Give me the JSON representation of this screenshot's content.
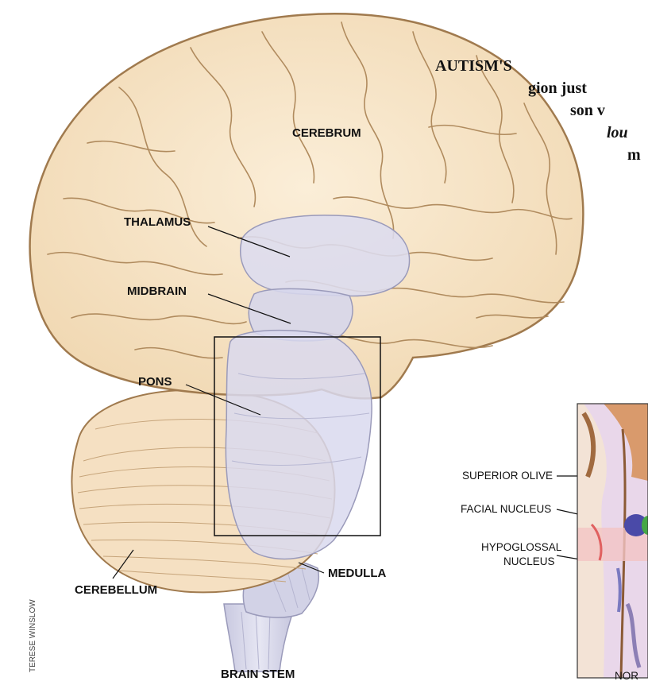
{
  "labels": {
    "cerebrum": "CEREBRUM",
    "thalamus": "THALAMUS",
    "midbrain": "MIDBRAIN",
    "pons": "PONS",
    "cerebellum": "CEREBELLUM",
    "medulla": "MEDULLA",
    "brain_stem": "BRAIN STEM"
  },
  "inset_labels": {
    "superior_olive": "SUPERIOR OLIVE",
    "facial_nucleus": "FACIAL NUCLEUS",
    "hypoglossal_line1": "HYPOGLOSSAL",
    "hypoglossal_line2": "NUCLEUS",
    "bottom_cut": "NOR"
  },
  "caption_fragments": {
    "line1": "AUTISM'S",
    "line2": "gion just",
    "line3": "son v",
    "line4": "lou",
    "line5": "m"
  },
  "credit": "TERESE WINSLOW",
  "colors": {
    "brain_fill": "#f8e7cc",
    "brain_stroke": "#a07a4e",
    "stem_fill": "#d9d9ec",
    "stem_stroke": "#8f8fb5"
  }
}
